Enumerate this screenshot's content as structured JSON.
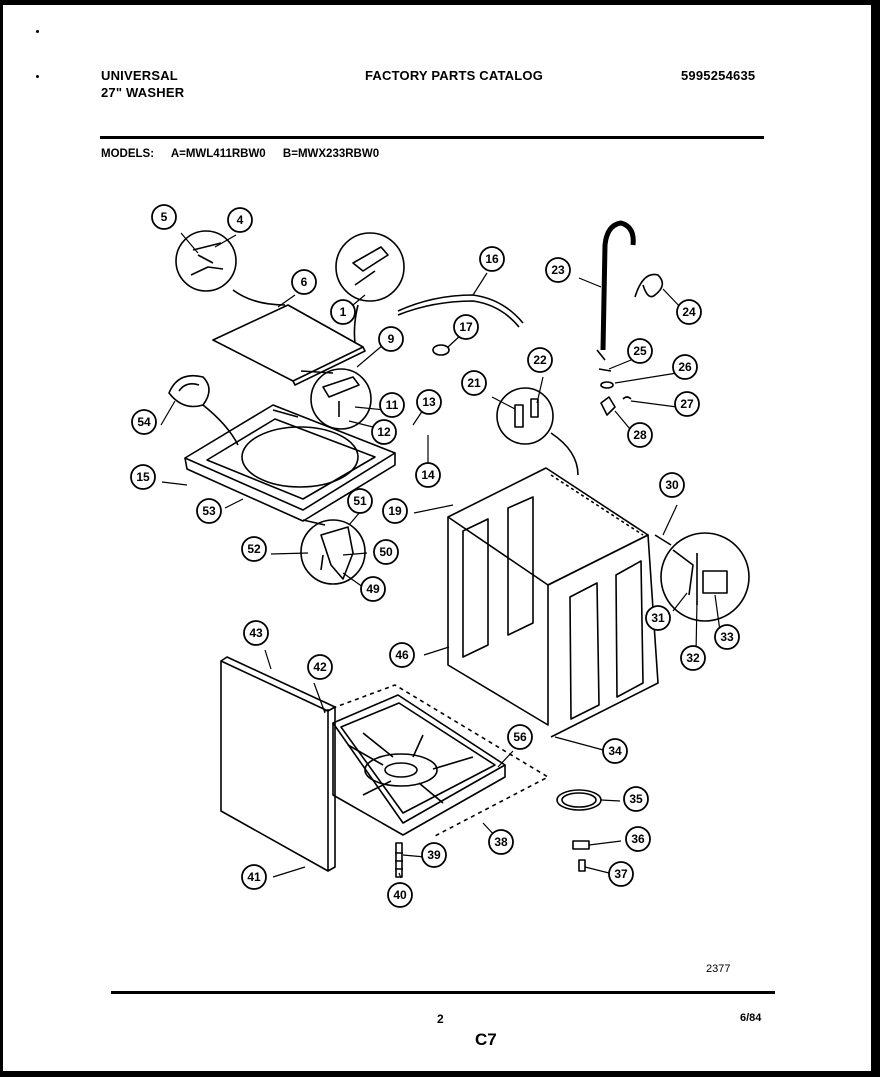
{
  "header": {
    "brand": "UNIVERSAL",
    "product": "27\" WASHER",
    "catalog_title": "FACTORY PARTS CATALOG",
    "catalog_number": "5995254635"
  },
  "models": {
    "label": "MODELS:",
    "a": "A=MWL411RBW0",
    "b": "B=MWX233RBW0"
  },
  "callouts": [
    "1",
    "4",
    "5",
    "6",
    "9",
    "11",
    "12",
    "13",
    "14",
    "15",
    "16",
    "17",
    "19",
    "21",
    "22",
    "23",
    "24",
    "25",
    "26",
    "27",
    "28",
    "30",
    "31",
    "32",
    "33",
    "34",
    "35",
    "36",
    "37",
    "38",
    "39",
    "40",
    "41",
    "42",
    "43",
    "46",
    "49",
    "50",
    "51",
    "52",
    "53",
    "54",
    "56"
  ],
  "footer": {
    "figure_number": "2377",
    "page_number": "2",
    "date": "6/84",
    "section": "C7"
  }
}
